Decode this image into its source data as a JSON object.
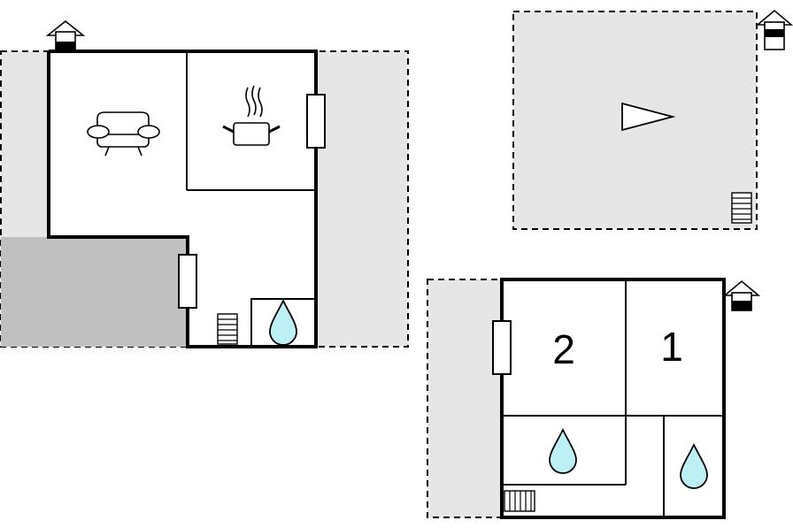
{
  "floorplan": {
    "rooms": [
      {
        "id": "bedroom-2",
        "label": "2"
      },
      {
        "id": "bedroom-1",
        "label": "1"
      }
    ],
    "icons": [
      "sofa-icon",
      "cooking-pot-icon",
      "water-drop-icon",
      "stairs-icon",
      "window-icon",
      "house-marker-icon",
      "compass-arrow-icon"
    ],
    "colors": {
      "outdoor_area": "#e6e6e6",
      "covered_terrace": "#c0c0c0",
      "water": "#bdf0f5",
      "wall": "#000000"
    }
  }
}
